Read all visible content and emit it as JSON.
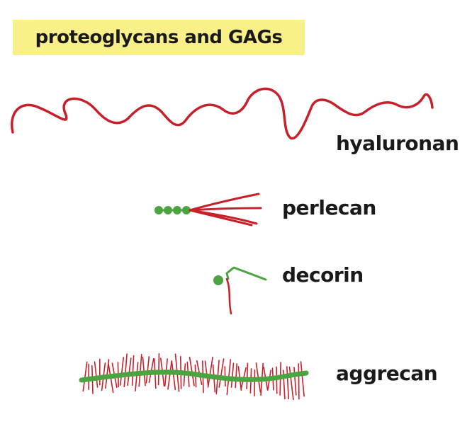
{
  "title": "proteoglycans and GAGs",
  "molecules": [
    {
      "id": "hyaluronan",
      "label": "hyaluronan"
    },
    {
      "id": "perlecan",
      "label": "perlecan"
    },
    {
      "id": "decorin",
      "label": "decorin"
    },
    {
      "id": "aggrecan",
      "label": "aggrecan"
    }
  ],
  "colors": {
    "gag_chain": "#c8202a",
    "core_protein": "#4aa540",
    "title_highlight": "#faf08a",
    "text": "#1a1a1a"
  }
}
